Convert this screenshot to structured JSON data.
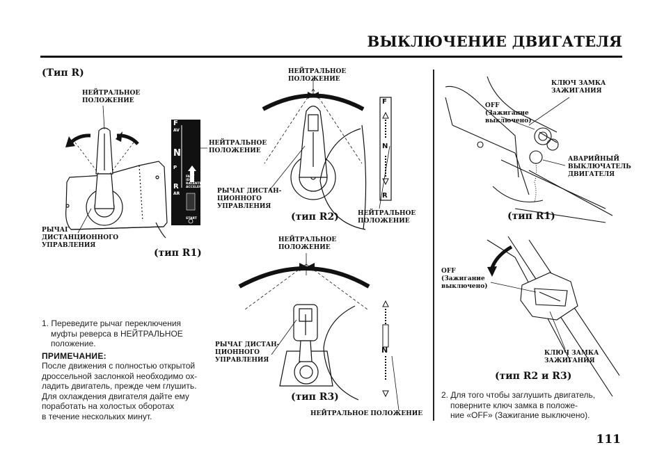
{
  "header": {
    "title": "ВЫКЛЮЧЕНИЕ ДВИГАТЕЛЯ"
  },
  "figures": {
    "type_r_title": "(Тип R)",
    "r1": {
      "neutral_top": [
        "НЕЙТРАЛЬНОЕ",
        "ПОЛОЖЕНИЕ"
      ],
      "neutral_side": [
        "НЕЙТРАЛЬНОЕ",
        "ПОЛОЖЕНИЕ"
      ],
      "lever": [
        "РЫЧАГ",
        "ДИСТАНЦИОННОГО",
        "УПРАВЛЕНИЯ"
      ],
      "caption": "(тип R1)",
      "strip_letters": [
        "F",
        "AV",
        "N",
        "P",
        "R",
        "AR"
      ],
      "strip_small": [
        "FAST",
        "IDLE",
        "RALENTI",
        "ACCELERE",
        "START"
      ]
    },
    "r2": {
      "neutral_top": [
        "НЕЙТРАЛЬНОЕ",
        "ПОЛОЖЕНИЕ"
      ],
      "lever": [
        "РЫЧАГ ДИСТАН-",
        "ЦИОННОГО",
        "УПРАВЛЕНИЯ"
      ],
      "neutral_side": [
        "НЕЙТРАЛЬНОЕ",
        "ПОЛОЖЕНИЕ"
      ],
      "caption": "(тип R2)",
      "strip_letters": [
        "F",
        "N",
        "R"
      ]
    },
    "r3": {
      "neutral_top": [
        "НЕЙТРАЛЬНОЕ",
        "ПОЛОЖЕНИЕ"
      ],
      "lever": [
        "РЫЧАГ ДИСТАН-",
        "ЦИОННОГО",
        "УПРАВЛЕНИЯ"
      ],
      "neutral_bottom": "НЕЙТРАЛЬНОЕ ПОЛОЖЕНИЕ",
      "caption": "(тип R3)",
      "strip_letters": [
        "N"
      ]
    },
    "right_r1": {
      "key": [
        "КЛЮЧ ЗАМКА",
        "ЗАЖИГАНИЯ"
      ],
      "off": [
        "OFF",
        "(Зажигание",
        "выключено)"
      ],
      "emergency": [
        "АВАРИЙНЫЙ",
        "ВЫКЛЮЧАТЕЛЬ",
        "ДВИГАТЕЛЯ"
      ],
      "caption": "(тип R1)"
    },
    "right_r2r3": {
      "off": [
        "OFF",
        "(Зажигание",
        "выключено)"
      ],
      "key": [
        "КЛЮЧ ЗАМКА",
        "ЗАЖИГАНИЯ"
      ],
      "caption": "(тип R2 и R3)"
    }
  },
  "text": {
    "step1": [
      "1. Переведите рычаг переключения",
      "муфты реверса в НЕЙТРАЛЬНОЕ",
      "положение."
    ],
    "note_heading": "ПРИМЕЧАНИЕ:",
    "note": [
      "После движения с полностью открытой",
      "дроссельной заслонкой необходимо ох-",
      "ладить двигатель, прежде чем глушить.",
      "Для охлаждения двигателя дайте ему",
      "поработать на холостых оборотах",
      "в течение нескольких минут."
    ],
    "step2": [
      "2. Для того чтобы заглушить двигатель,",
      "поверните ключ замка в положе-",
      "ние «OFF» (Зажигание выключено)."
    ]
  },
  "footer": {
    "page_number": "111"
  }
}
